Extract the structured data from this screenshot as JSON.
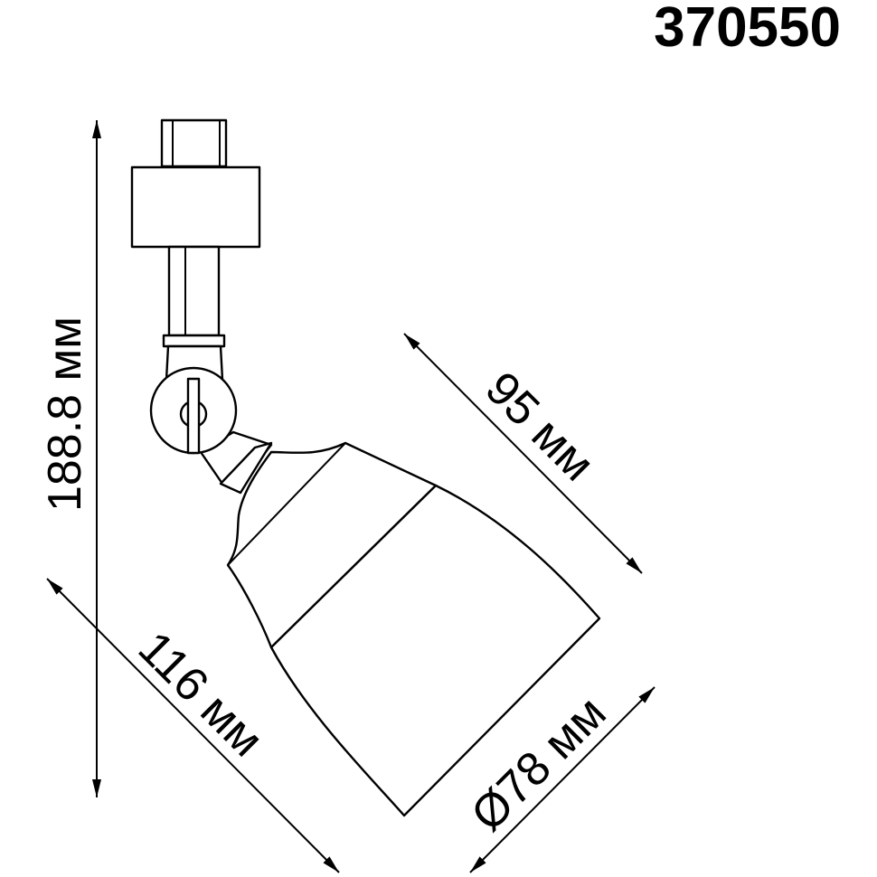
{
  "product_code": "370550",
  "dimensions": {
    "height": "188.8 мм",
    "length": "95 мм",
    "width": "116 мм",
    "diameter": "Ø78 мм"
  }
}
